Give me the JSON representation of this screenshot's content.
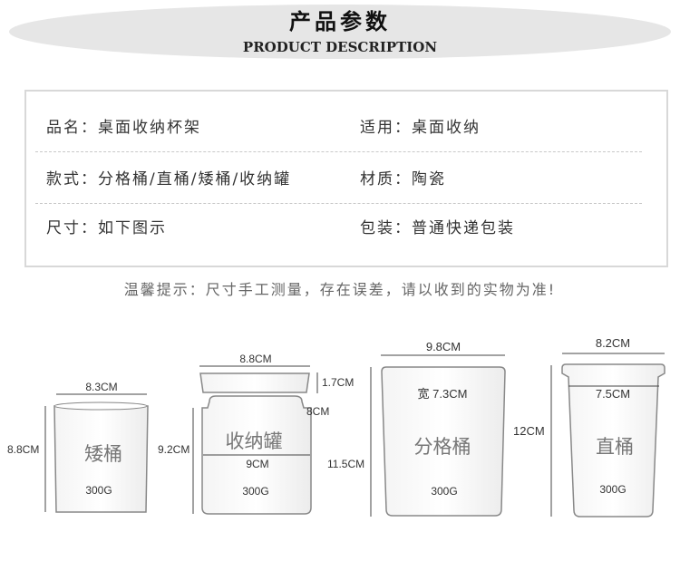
{
  "header": {
    "title": "产品参数",
    "subtitle": "PRODUCT DESCRIPTION"
  },
  "specs": [
    {
      "label": "品名：桌面收纳杯架",
      "value": "适用：桌面收纳"
    },
    {
      "label": "款式：分格桶/直桶/矮桶/收纳罐",
      "value": "材质：陶瓷"
    },
    {
      "label": "尺寸：如下图示",
      "value": "包装：普通快递包装"
    }
  ],
  "note": "温馨提示：尺寸手工测量，存在误差，请以收到的实物为准!",
  "products": [
    {
      "name": "矮桶",
      "width": "8.3CM",
      "height": "8.8CM",
      "weight": "300G"
    },
    {
      "name": "收纳罐",
      "lid_width": "8.8CM",
      "lid_height": "1.7CM",
      "neck": "8CM",
      "width": "9CM",
      "height": "9.2CM",
      "weight": "300G"
    },
    {
      "name": "分格桶",
      "width": "9.8CM",
      "inner_width": "宽 7.3CM",
      "height": "11.5CM",
      "weight": "300G"
    },
    {
      "name": "直桶",
      "width": "8.2CM",
      "inner_width": "7.5CM",
      "height": "12CM",
      "weight": "300G"
    }
  ]
}
